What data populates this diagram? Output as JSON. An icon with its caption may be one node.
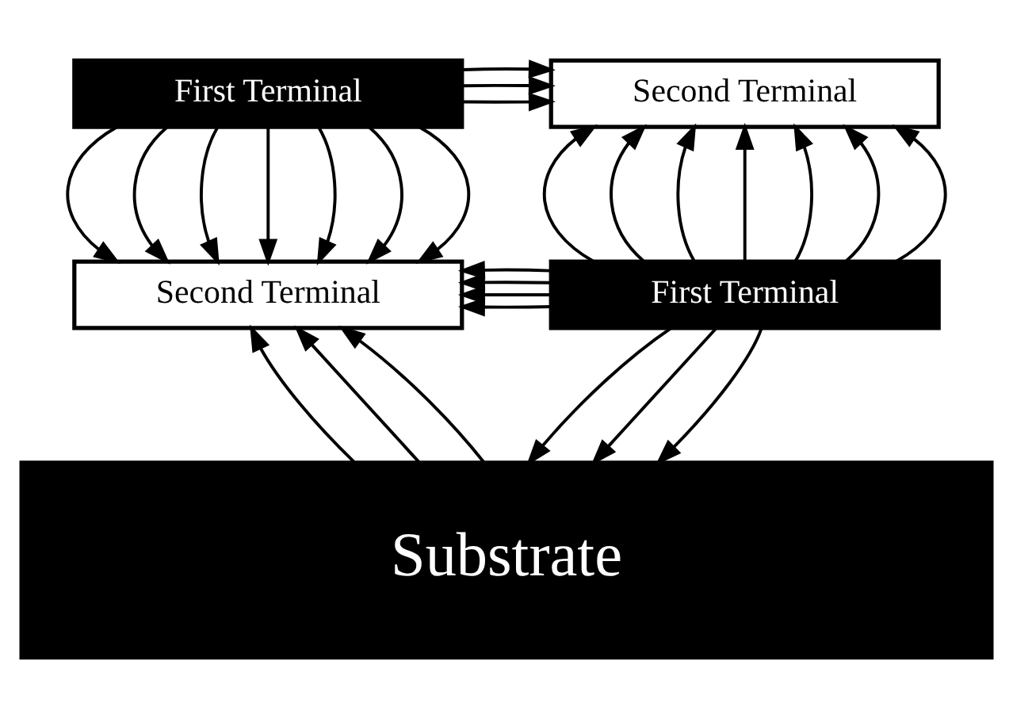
{
  "diagram": {
    "nodes": [
      {
        "text": [
          "First Terminal"
        ]
      },
      {
        "text": [
          "Second Terminal"
        ]
      },
      {
        "text": [
          "Second Terminal"
        ]
      },
      {
        "text": [
          "First Terminal"
        ]
      },
      {
        "text": [
          "Substrate"
        ]
      }
    ],
    "edges": [
      {
        "from": 0,
        "to": 1,
        "arrow": "to"
      },
      {
        "from": 0,
        "to": 1,
        "arrow": "to"
      },
      {
        "from": 0,
        "to": 1,
        "arrow": "to"
      },
      {
        "from": 0,
        "to": 2,
        "arrow": "to"
      },
      {
        "from": 0,
        "to": 2,
        "arrow": "to"
      },
      {
        "from": 0,
        "to": 2,
        "arrow": "to"
      },
      {
        "from": 0,
        "to": 2,
        "arrow": "to"
      },
      {
        "from": 0,
        "to": 2,
        "arrow": "to"
      },
      {
        "from": 0,
        "to": 2,
        "arrow": "to"
      },
      {
        "from": 0,
        "to": 2,
        "arrow": "to"
      },
      {
        "from": 3,
        "to": 1,
        "arrow": "to"
      },
      {
        "from": 3,
        "to": 1,
        "arrow": "to"
      },
      {
        "from": 3,
        "to": 1,
        "arrow": "to"
      },
      {
        "from": 3,
        "to": 1,
        "arrow": "to"
      },
      {
        "from": 3,
        "to": 1,
        "arrow": "to"
      },
      {
        "from": 3,
        "to": 1,
        "arrow": "to"
      },
      {
        "from": 3,
        "to": 1,
        "arrow": "to"
      },
      {
        "from": 3,
        "to": 2,
        "arrow": "to"
      },
      {
        "from": 3,
        "to": 2,
        "arrow": "to"
      },
      {
        "from": 3,
        "to": 2,
        "arrow": "to"
      },
      {
        "from": 3,
        "to": 2,
        "arrow": "to"
      },
      {
        "from": 4,
        "to": 2,
        "arrow": "to"
      },
      {
        "from": 4,
        "to": 2,
        "arrow": "to"
      },
      {
        "from": 4,
        "to": 2,
        "arrow": "to"
      },
      {
        "from": 3,
        "to": 4,
        "arrow": "to"
      },
      {
        "from": 3,
        "to": 4,
        "arrow": "to"
      },
      {
        "from": 3,
        "to": 4,
        "arrow": "to"
      }
    ]
  }
}
